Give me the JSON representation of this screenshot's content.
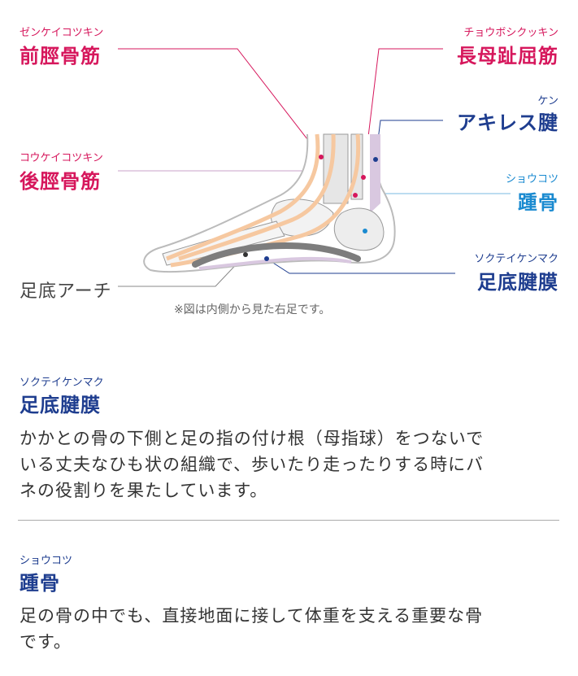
{
  "labels": {
    "zenkei": {
      "ruby": "ゼンケイコツキン",
      "name": "前脛骨筋"
    },
    "koukei": {
      "ruby": "コウケイコツキン",
      "name": "後脛骨筋"
    },
    "arch": {
      "name": "足底アーチ"
    },
    "chouboshi": {
      "ruby": "チョウボシクッキン",
      "name": "長母趾屈筋"
    },
    "achilles": {
      "ruby": "ケン",
      "name": "アキレス腱"
    },
    "shoukotsu": {
      "ruby": "ショウコツ",
      "name": "踵骨"
    },
    "sokutei": {
      "ruby": "ソクテイケンマク",
      "name": "足底腱膜"
    }
  },
  "note": "※図は内側から見た右足です。",
  "sections": [
    {
      "ruby": "ソクテイケンマク",
      "title": "足底腱膜",
      "lines": [
        "かかとの骨の下側と足の指の付け根（母指球）をつないで",
        "いる丈夫なひも状の組織で、歩いたり走ったりする時にバ",
        "ネの役割りを果たしています。"
      ]
    },
    {
      "ruby": "ショウコツ",
      "title": "踵骨",
      "lines": [
        "足の骨の中でも、直接地面に接して体重を支える重要な骨",
        "です。"
      ]
    }
  ],
  "colors": {
    "pink": "#d6175c",
    "navy": "#1e3d8f",
    "blue": "#1a8ad0",
    "muscle": "#f6c8a0",
    "bone": "#e6e6e6"
  }
}
